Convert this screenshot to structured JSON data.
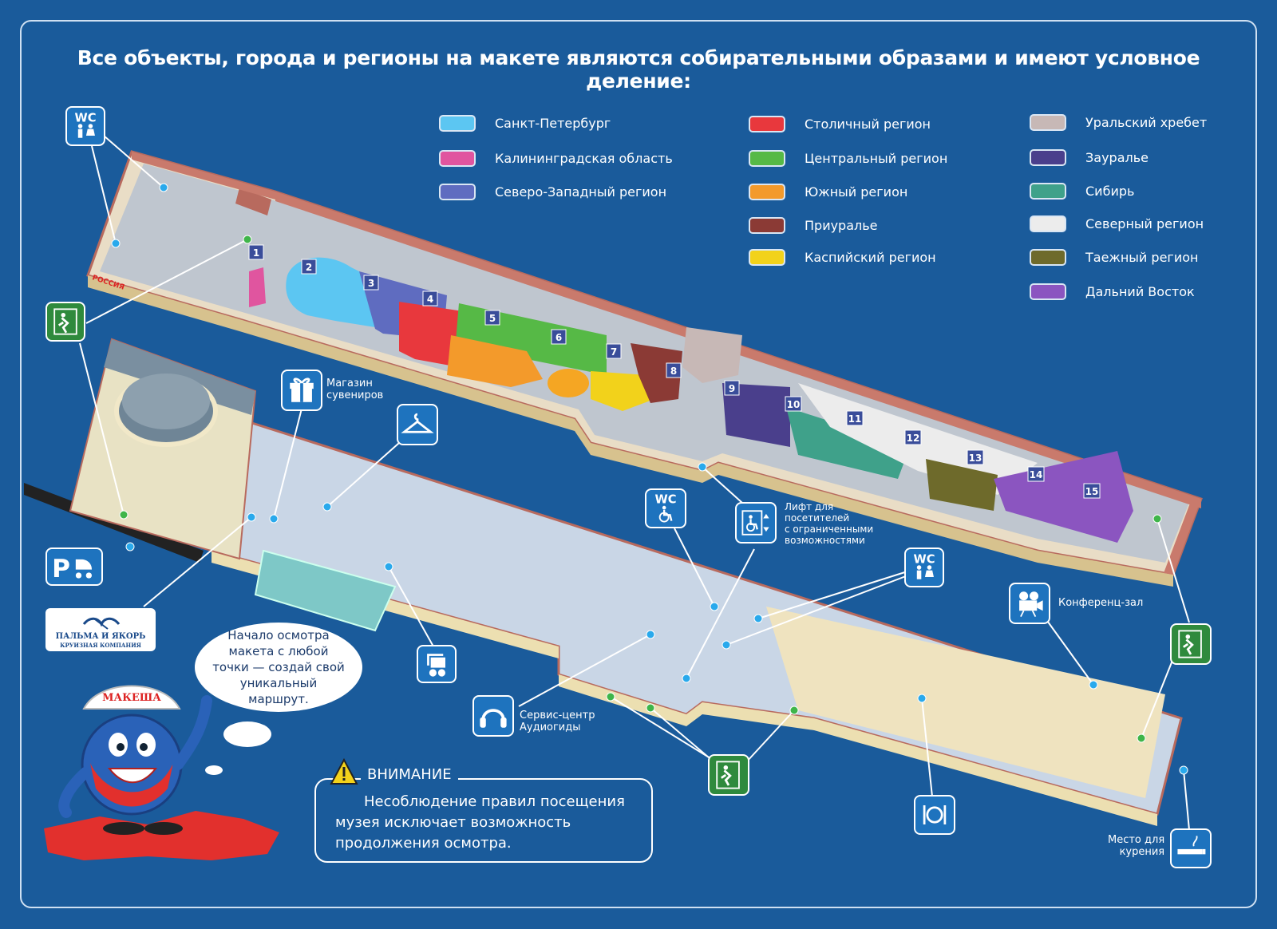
{
  "title": "Все объекты, города и регионы на макете являются собирательными образами и имеют условное деление:",
  "legend": {
    "col1": [
      {
        "label": "Санкт-Петербург",
        "color": "#5cc6f2"
      },
      {
        "label": "Калининградская область",
        "color": "#e0559f"
      },
      {
        "label": "Северо-Западный регион",
        "color": "#5f6cc0"
      }
    ],
    "col2": [
      {
        "label": "Столичный регион",
        "color": "#e8383d"
      },
      {
        "label": "Центральный регион",
        "color": "#56b946"
      },
      {
        "label": "Южный регион",
        "color": "#f39a2b"
      },
      {
        "label": "Приуралье",
        "color": "#8b3a35"
      },
      {
        "label": "Каспийский регион",
        "color": "#f2d21b"
      }
    ],
    "col3": [
      {
        "label": "Уральский хребет",
        "color": "#c7b8b6"
      },
      {
        "label": "Зауралье",
        "color": "#4a3f8c"
      },
      {
        "label": "Сибирь",
        "color": "#3fa18a"
      },
      {
        "label": "Северный регион",
        "color": "#ececec"
      },
      {
        "label": "Таежный регион",
        "color": "#6e6a2b"
      },
      {
        "label": "Дальний Восток",
        "color": "#8b55c0"
      }
    ]
  },
  "map": {
    "sections": [
      "1",
      "2",
      "3",
      "4",
      "5",
      "6",
      "7",
      "8",
      "9",
      "10",
      "11",
      "12",
      "13",
      "14",
      "15"
    ],
    "building_sign": "РОССИЯ"
  },
  "icons": [
    {
      "name": "wc-top-icon",
      "kind": "wc",
      "text": "WC"
    },
    {
      "name": "wc-accessible-icon",
      "kind": "wc-accessible",
      "text": "WC"
    },
    {
      "name": "wc-middle-icon",
      "kind": "wc",
      "text": "WC"
    },
    {
      "name": "emergency-exit-left-icon",
      "kind": "exit"
    },
    {
      "name": "emergency-exit-bottom-icon",
      "kind": "exit"
    },
    {
      "name": "emergency-exit-right-icon",
      "kind": "exit"
    },
    {
      "name": "parking-stroller-icon",
      "kind": "parking"
    },
    {
      "name": "gift-shop-icon",
      "kind": "gift"
    },
    {
      "name": "wardrobe-hanger-icon",
      "kind": "hanger"
    },
    {
      "name": "ticket-office-icon",
      "kind": "ticket"
    },
    {
      "name": "accessible-lift-icon",
      "kind": "lift"
    },
    {
      "name": "audioguide-headphones-icon",
      "kind": "audio"
    },
    {
      "name": "cafe-plate-icon",
      "kind": "cafe"
    },
    {
      "name": "conference-camera-icon",
      "kind": "camera"
    },
    {
      "name": "smoking-area-icon",
      "kind": "smoking"
    }
  ],
  "labels": {
    "souvenir_shop": [
      "Магазин",
      "сувениров"
    ],
    "lift": [
      "Лифт для",
      "посетителей",
      "с ограниченными",
      "возможностями"
    ],
    "service_center": [
      "Сервис-центр",
      "Аудиогиды"
    ],
    "conference_hall": "Конференц-зал",
    "smoking_area": [
      "Место для",
      "курения"
    ]
  },
  "partner_logo": {
    "line1": "ПАЛЬМА И ЯКОРЬ",
    "line2": "КРУИЗНАЯ КОМПАНИЯ"
  },
  "mascot": {
    "cap_text": "МАКЕША"
  },
  "speech_bubble": "Начало осмотра макета с любой точки — создай свой уникальный маршрут.",
  "warning": {
    "title": "ВНИМАНИЕ",
    "lines": [
      "Несоблюдение правил посещения",
      "музея исключает возможность",
      "продолжения осмотра."
    ]
  },
  "colors": {
    "background": "#1a5b9b",
    "icon_blue": "#1e73be",
    "icon_green": "#2f8a3d",
    "wall": "#b86a5e"
  }
}
